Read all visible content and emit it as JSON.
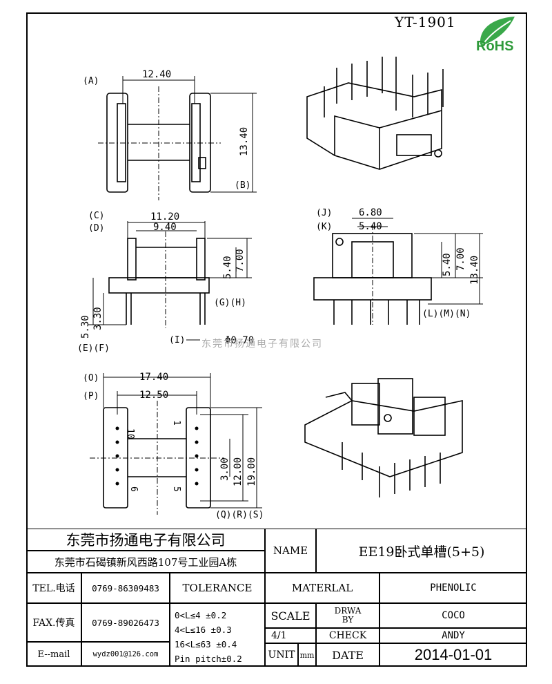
{
  "header": {
    "drawing_number": "YT-1901",
    "rohs_label": "RoHS"
  },
  "watermark": "东莞市扬通电子有限公司",
  "views": {
    "top_view": {
      "label_a": "(A)",
      "dim_a": "12.40",
      "label_b": "(B)",
      "dim_b": "13.40"
    },
    "front_view": {
      "label_c": "(C)",
      "dim_c": "11.20",
      "label_d": "(D)",
      "dim_d": "9.40",
      "dim_540": "5.40",
      "dim_700": "7.00",
      "label_gh": "(G)(H)",
      "dim_530": "5.30",
      "dim_330": "3.30",
      "label_ef": "(E)(F)",
      "label_i": "(I)",
      "dim_pin": "Φ0.70"
    },
    "side_view": {
      "label_j": "(J)",
      "dim_j": "6.80",
      "label_k": "(K)",
      "dim_k": "5.40",
      "dim_540": "5.40",
      "dim_700": "7.00",
      "dim_1340": "13.40",
      "label_lmn": "(L)(M)(N)"
    },
    "bottom_view": {
      "label_o": "(O)",
      "dim_o": "17.40",
      "label_p": "(P)",
      "dim_p": "12.50",
      "dim_300": "3.00",
      "dim_1200": "12.00",
      "dim_1900": "19.00",
      "pin_10": "10",
      "pin_1": "1",
      "pin_6": "6",
      "pin_5": "5",
      "label_qrs": "(Q)(R)(S)"
    }
  },
  "title_block": {
    "company_name": "东莞市扬通电子有限公司",
    "company_address": "东莞市石碣镇新风西路107号工业园A栋",
    "name_label": "NAME",
    "name_value": "EE19卧式单槽(5+5)",
    "tel_label": "TEL.电话",
    "tel_value": "0769-86309483",
    "fax_label": "FAX.传真",
    "fax_value": "0769-89026473",
    "email_label": "E--mail",
    "email_value": "wydz001@126.com",
    "tolerance_label": "TOLERANCE",
    "tol_1": "0<L≤4   ±0.2",
    "tol_2": "4<L≤16  ±0.3",
    "tol_3": "16<L≤63 ±0.4",
    "tol_4": "Pin pitch±0.2",
    "material_label": "MATERLAL",
    "material_value": "PHENOLIC",
    "scale_label": "SCALE",
    "scale_value": "4/1",
    "drawn_label": "DRWA BY",
    "drawn_value": "COCO",
    "check_label": "CHECK",
    "check_value": "ANDY",
    "unit_label": "UNIT",
    "unit_value": "mm",
    "date_label": "DATE",
    "date_value": "2014-01-01"
  }
}
